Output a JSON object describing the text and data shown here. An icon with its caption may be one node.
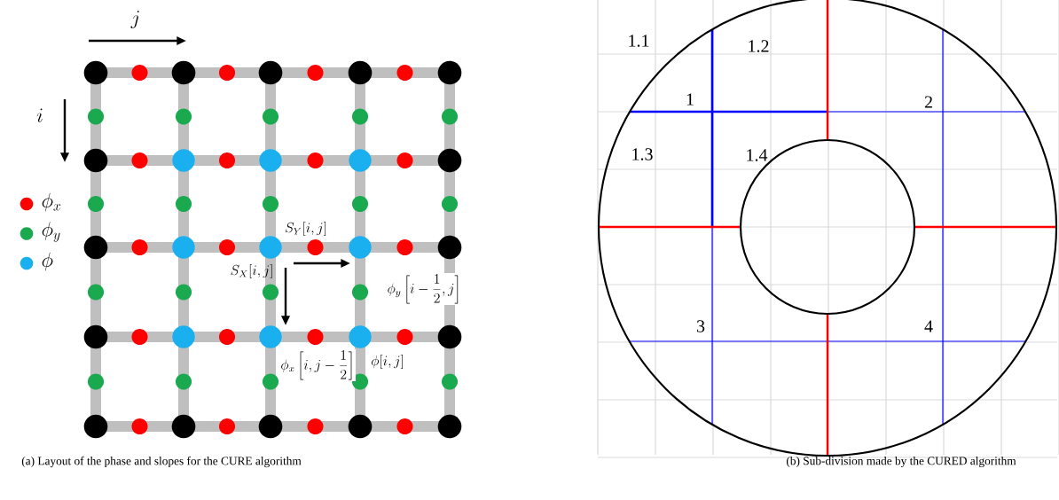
{
  "diagram": {
    "labels": [
      "j",
      "i",
      "1.1",
      "1.2",
      "1",
      "2",
      "1.3",
      "1.4",
      "S_Y[i,j]",
      "S_X[i,j]",
      "\\phi_y\\left[i-\\frac{1}{2},j\\right]",
      "3",
      "4",
      "\\phi_x\\left[i,j-\\frac{1}{2}\\right]",
      "\\phi[i,j]",
      "(a) Layout of the phase and slopes for the CURE algorithm",
      "(b) Sub-division made by the CURED algorithm"
    ],
    "legend": [
      {
        "text": "\\phi_x",
        "color": "#ff0000"
      },
      {
        "text": "\\phi_y",
        "color": "#1aa94f"
      },
      {
        "text": "\\phi",
        "color": "#1ab0f0"
      }
    ]
  }
}
